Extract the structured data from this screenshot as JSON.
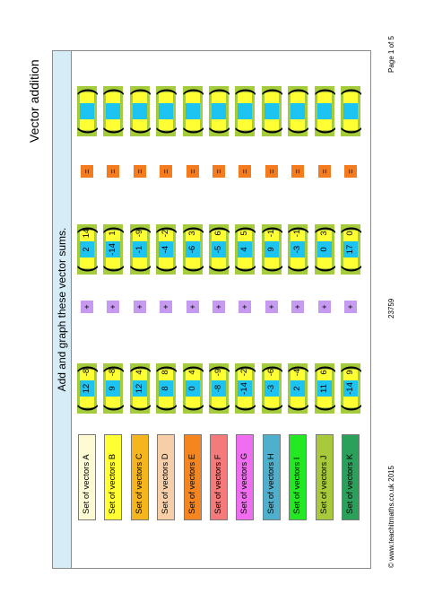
{
  "document": {
    "title": "Vector addition",
    "instruction": "Add and graph these vector sums.",
    "footer_copyright": "© www.teachitmaths.co.uk 2015",
    "footer_code": "23759",
    "footer_page": "Page 1 of 5"
  },
  "symbols": {
    "plus": "+",
    "equals": "=",
    "open_paren": "(",
    "close_paren": ")"
  },
  "rows": [
    {
      "label": "Set of vectors A",
      "label_color": "#fdfbd3",
      "v1": [
        "12",
        "-8"
      ],
      "v2": [
        "2",
        "14"
      ]
    },
    {
      "label": "Set of vectors B",
      "label_color": "#ffff33",
      "v1": [
        "9",
        "-8"
      ],
      "v2": [
        "-14",
        "1"
      ]
    },
    {
      "label": "Set of vectors C",
      "label_color": "#f5b51c",
      "v1": [
        "12",
        "4"
      ],
      "v2": [
        "-1",
        "-9"
      ]
    },
    {
      "label": "Set of vectors D",
      "label_color": "#f6cfa8",
      "v1": [
        "8",
        "8"
      ],
      "v2": [
        "-4",
        "-2"
      ]
    },
    {
      "label": "Set of vectors E",
      "label_color": "#f5861f",
      "v1": [
        "0",
        "4"
      ],
      "v2": [
        "-6",
        "3"
      ]
    },
    {
      "label": "Set of vectors F",
      "label_color": "#f47a7c",
      "v1": [
        "-8",
        "-9"
      ],
      "v2": [
        "-5",
        "6"
      ]
    },
    {
      "label": "Set of vectors G",
      "label_color": "#f06cf0",
      "v1": [
        "-14",
        "-2"
      ],
      "v2": [
        "4",
        "5"
      ]
    },
    {
      "label": "Set of vectors H",
      "label_color": "#4fb0cd",
      "v1": [
        "-3",
        "-6"
      ],
      "v2": [
        "9",
        "-1"
      ]
    },
    {
      "label": "Set of vectors I",
      "label_color": "#23e823",
      "v1": [
        "2",
        "-4"
      ],
      "v2": [
        "-3",
        "-1"
      ]
    },
    {
      "label": "Set of vectors J",
      "label_color": "#a8c93c",
      "v1": [
        "11",
        "6"
      ],
      "v2": [
        "0",
        "3"
      ]
    },
    {
      "label": "Set of vectors K",
      "label_color": "#2aa05a",
      "v1": [
        "-14",
        "9"
      ],
      "v2": [
        "17",
        "0"
      ]
    }
  ]
}
